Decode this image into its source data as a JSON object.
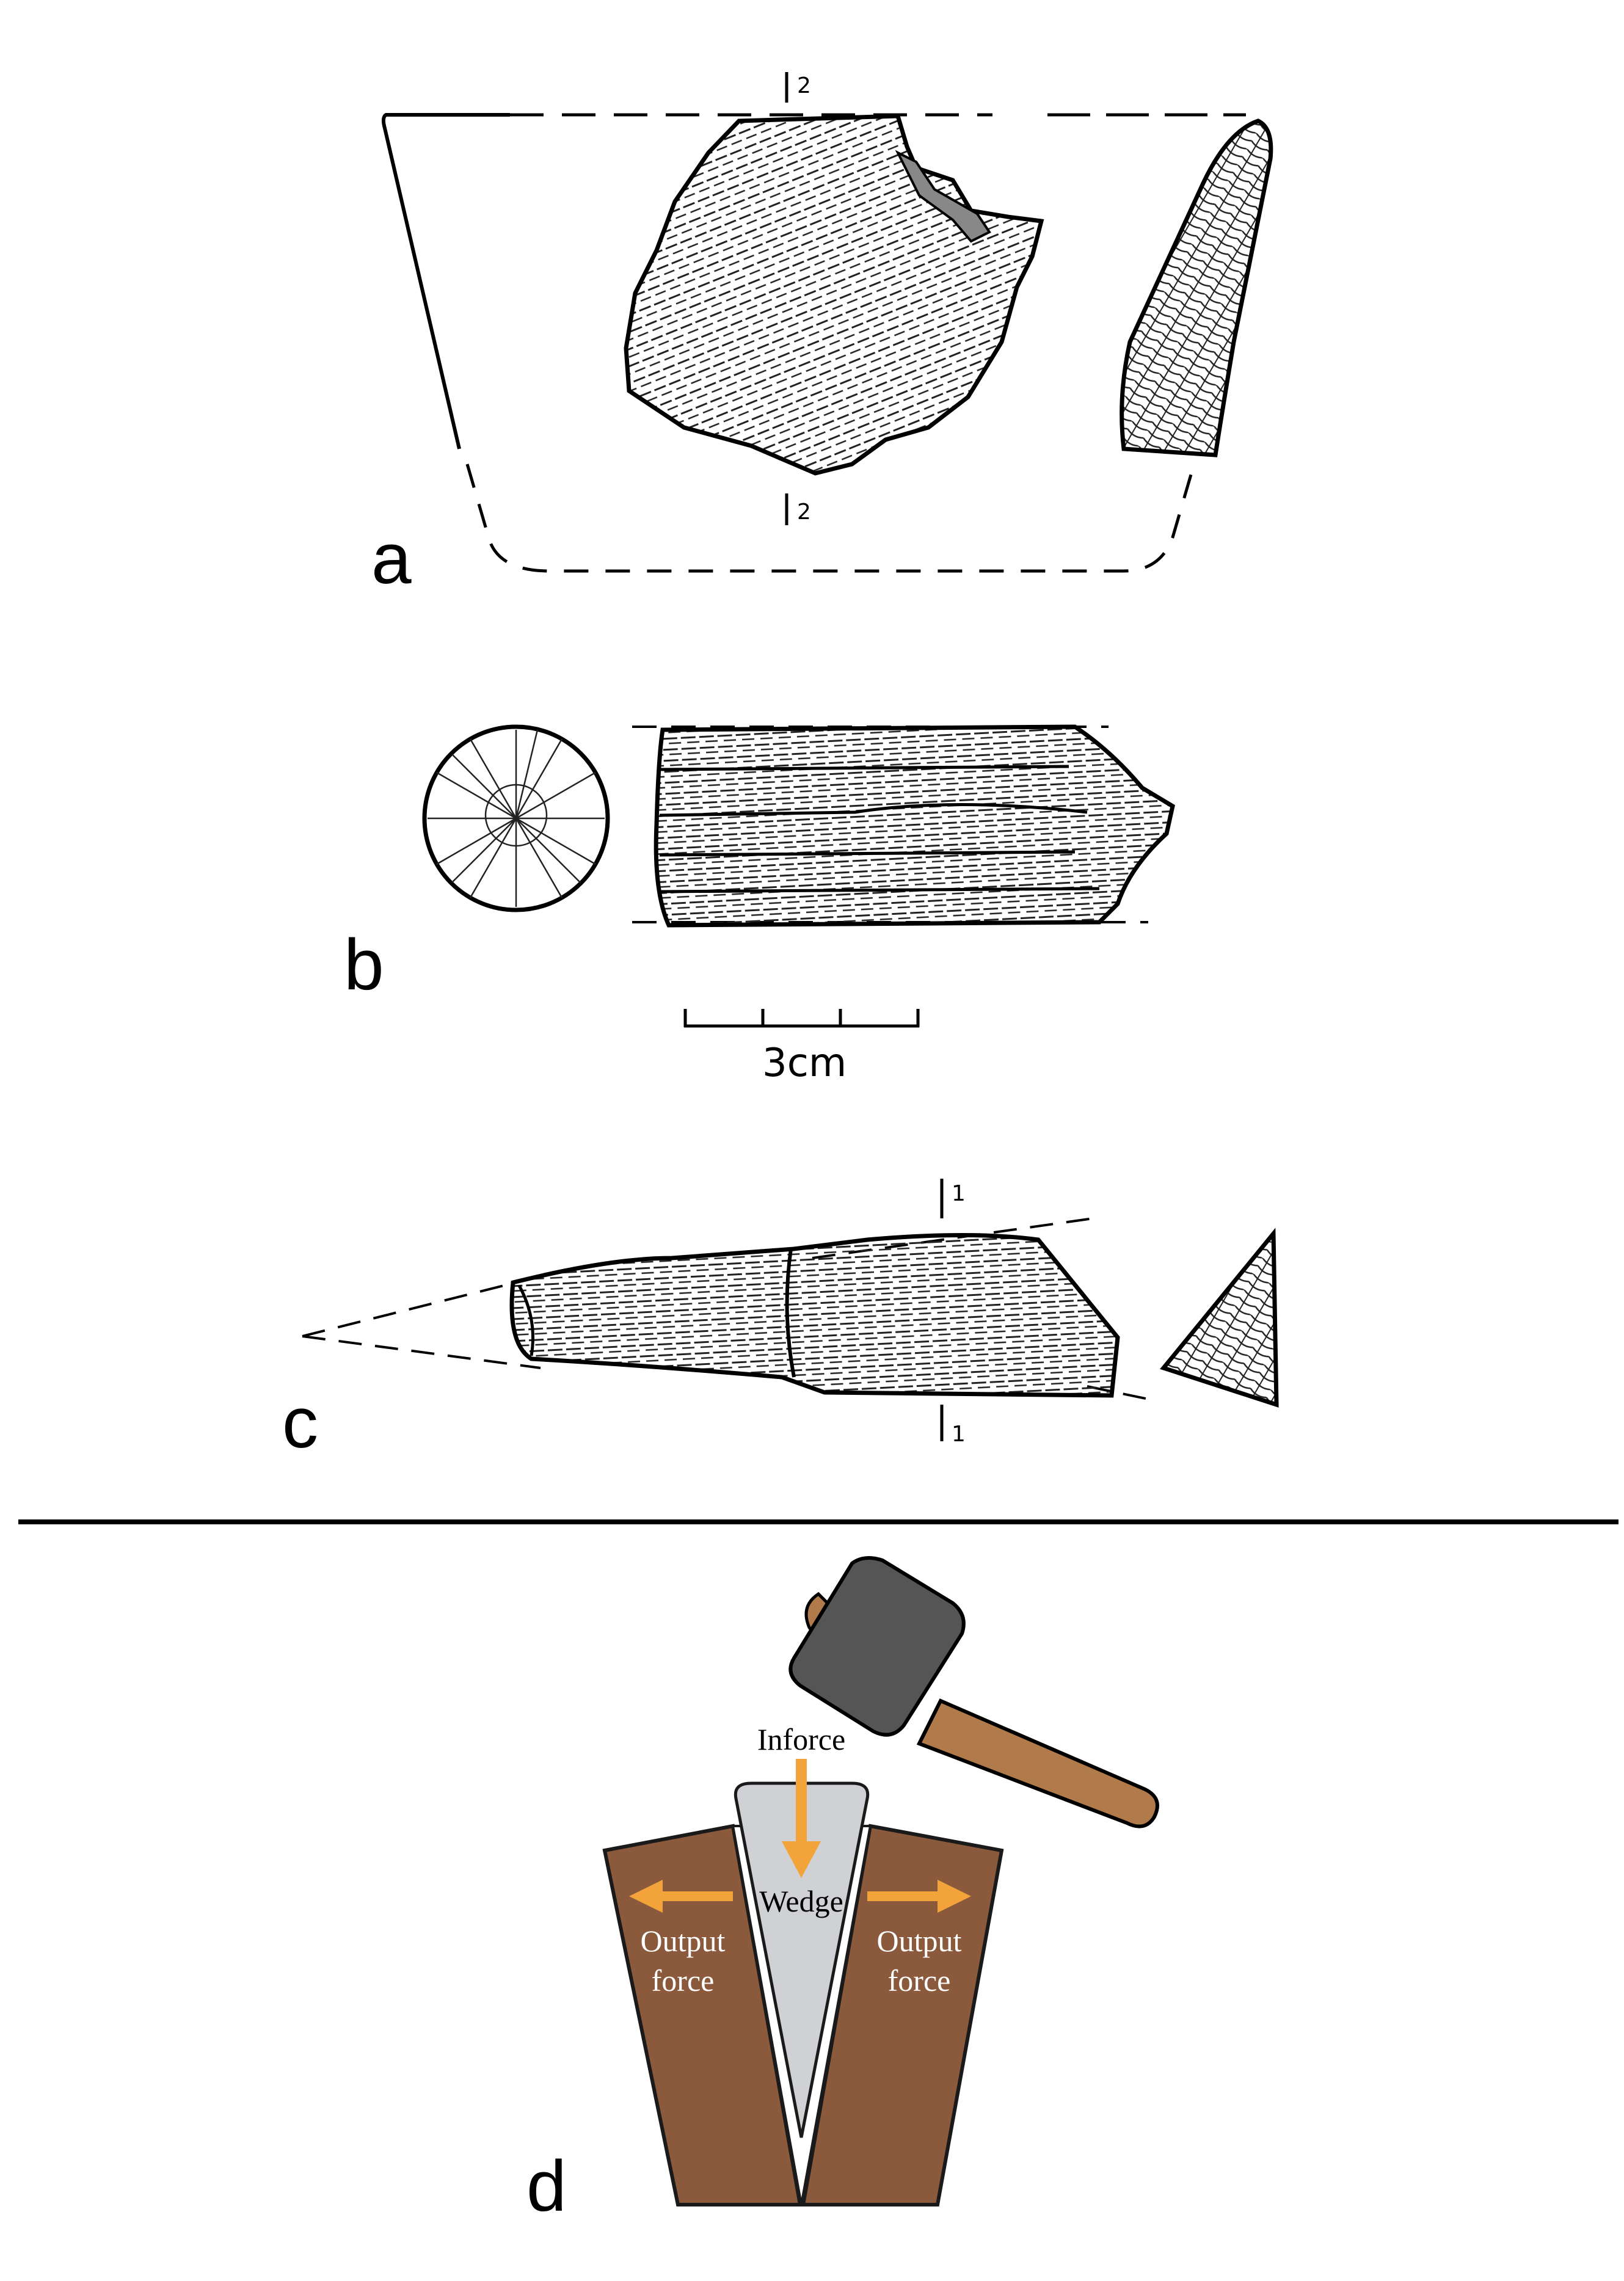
{
  "panels": {
    "a": {
      "label": "a",
      "section_mark": "2"
    },
    "b": {
      "label": "b",
      "scale_label": "3cm"
    },
    "c": {
      "label": "c",
      "section_mark": "1"
    },
    "d": {
      "label": "d",
      "inforce": "Inforce",
      "wedge": "Wedge",
      "output_left_line1": "Output",
      "output_left_line2": "force",
      "output_right_line1": "Output",
      "output_right_line2": "force"
    }
  },
  "colors": {
    "wood": "#8b5a3c",
    "wood_edge": "#1a1a1a",
    "wedge": "#cfd1d4",
    "arrow": "#f2a33a",
    "hammer_head": "#555555",
    "hammer_handle": "#b07a4a"
  }
}
